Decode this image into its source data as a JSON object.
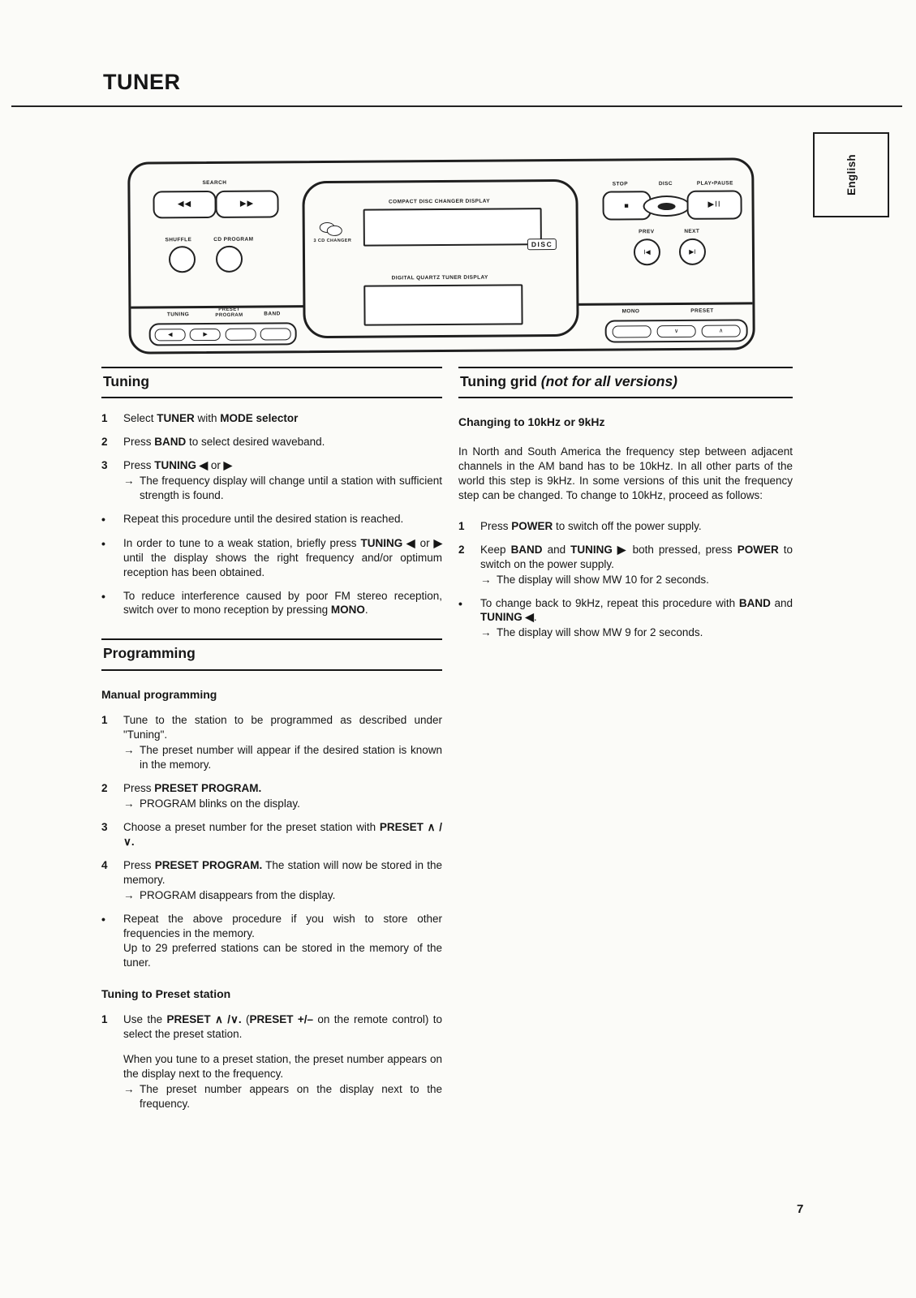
{
  "page": {
    "title": "TUNER",
    "language_tab": "English",
    "page_number": "7"
  },
  "glyphs": {
    "arrow": "→",
    "bullet": "•"
  },
  "device": {
    "search_label": "SEARCH",
    "rewind": "◀◀",
    "forward": "▶▶",
    "shuffle_label": "SHUFFLE",
    "cd_program_label": "CD PROGRAM",
    "cd_display_label": "COMPACT DISC CHANGER DISPLAY",
    "changer_label": "3 CD CHANGER",
    "disc_logo": "DISC",
    "tuner_display_label": "DIGITAL QUARTZ TUNER DISPLAY",
    "stop_label": "STOP",
    "disc_label": "DISC",
    "play_pause_label": "PLAY•PAUSE",
    "stop_icon": "■",
    "play_icon": "▶II",
    "prev_label": "PREV",
    "next_label": "NEXT",
    "prev_icon": "I◀",
    "next_icon": "▶I",
    "tuning_label": "TUNING",
    "preset_program_label_1": "PRESET",
    "preset_program_label_2": "PROGRAM",
    "band_label": "BAND",
    "tuning_left": "◀",
    "tuning_right": "▶",
    "mono_label": "MONO",
    "preset_label": "PRESET",
    "preset_down": "∨",
    "preset_up": "∧"
  },
  "left_column": {
    "tuning": {
      "heading": "Tuning",
      "items": [
        {
          "marker": "1",
          "paras": [
            {
              "segs": [
                {
                  "t": "Select "
                },
                {
                  "t": "TUNER",
                  "b": 1
                },
                {
                  "t": " with "
                },
                {
                  "t": "MODE selector",
                  "b": 1
                }
              ]
            }
          ]
        },
        {
          "marker": "2",
          "paras": [
            {
              "segs": [
                {
                  "t": "Press "
                },
                {
                  "t": "BAND",
                  "b": 1
                },
                {
                  "t": " to select desired waveband."
                }
              ]
            }
          ]
        },
        {
          "marker": "3",
          "paras": [
            {
              "segs": [
                {
                  "t": "Press "
                },
                {
                  "t": "TUNING ◀",
                  "b": 1
                },
                {
                  "t": " or "
                },
                {
                  "t": "▶",
                  "b": 1
                }
              ]
            },
            {
              "arrow": 1,
              "segs": [
                {
                  "t": "The frequency display will change until a station with sufficient strength is found."
                }
              ]
            }
          ]
        },
        {
          "marker": "•",
          "paras": [
            {
              "segs": [
                {
                  "t": "Repeat this procedure until the desired station is reached."
                }
              ]
            }
          ]
        },
        {
          "marker": "•",
          "paras": [
            {
              "segs": [
                {
                  "t": "In order to tune to a weak station, briefly press "
                },
                {
                  "t": "TUNING ◀",
                  "b": 1
                },
                {
                  "t": " or "
                },
                {
                  "t": "▶",
                  "b": 1
                },
                {
                  "t": " until the display shows the right frequency and/or optimum reception has been obtained."
                }
              ]
            }
          ]
        },
        {
          "marker": "•",
          "paras": [
            {
              "segs": [
                {
                  "t": "To reduce interference caused by poor FM stereo reception, switch over to mono reception by pressing "
                },
                {
                  "t": "MONO",
                  "b": 1
                },
                {
                  "t": "."
                }
              ]
            }
          ]
        }
      ]
    },
    "programming": {
      "heading": "Programming",
      "sub1": "Manual programming",
      "items1": [
        {
          "marker": "1",
          "paras": [
            {
              "segs": [
                {
                  "t": "Tune to the station to be programmed as described under \"Tuning\"."
                }
              ]
            },
            {
              "arrow": 1,
              "segs": [
                {
                  "t": "The preset number will appear if the desired station is known in the memory."
                }
              ]
            }
          ]
        },
        {
          "marker": "2",
          "paras": [
            {
              "segs": [
                {
                  "t": "Press "
                },
                {
                  "t": "PRESET PROGRAM.",
                  "b": 1
                }
              ]
            },
            {
              "arrow": 1,
              "segs": [
                {
                  "t": "PROGRAM blinks on the display."
                }
              ]
            }
          ]
        },
        {
          "marker": "3",
          "paras": [
            {
              "segs": [
                {
                  "t": "Choose a preset number for the preset station with "
                },
                {
                  "t": "PRESET",
                  "b": 1
                },
                {
                  "t": " ∧ /∨.",
                  "b": 1
                }
              ]
            }
          ]
        },
        {
          "marker": "4",
          "paras": [
            {
              "segs": [
                {
                  "t": "Press "
                },
                {
                  "t": "PRESET PROGRAM.",
                  "b": 1
                },
                {
                  "t": " The station will now be stored in the memory."
                }
              ]
            },
            {
              "arrow": 1,
              "segs": [
                {
                  "t": "PROGRAM disappears from the display."
                }
              ]
            }
          ]
        },
        {
          "marker": "•",
          "paras": [
            {
              "segs": [
                {
                  "t": "Repeat the above procedure if you wish to store other frequencies in the memory."
                }
              ]
            },
            {
              "segs": [
                {
                  "t": "Up to 29 preferred stations can be stored in the memory of the tuner."
                }
              ]
            }
          ]
        }
      ],
      "sub2": "Tuning to Preset station",
      "items2": [
        {
          "marker": "1",
          "paras": [
            {
              "segs": [
                {
                  "t": "Use the "
                },
                {
                  "t": "PRESET ∧ /∨.",
                  "b": 1
                },
                {
                  "t": " ("
                },
                {
                  "t": "PRESET +/–",
                  "b": 1
                },
                {
                  "t": " on the remote control) to select the preset station."
                }
              ]
            },
            {
              "gap": 1,
              "segs": [
                {
                  "t": "When you tune to a preset station, the preset number appears on the display next to the frequency."
                }
              ]
            },
            {
              "arrow": 1,
              "segs": [
                {
                  "t": "The preset number appears on the display next to the frequency."
                }
              ]
            }
          ]
        }
      ]
    }
  },
  "right_column": {
    "tuning_grid": {
      "heading": "Tuning grid ",
      "heading_note": "(not for all versions)",
      "sub": "Changing to 10kHz or 9kHz",
      "intro": "In North and South America the frequency step between adjacent channels in the AM band has to be 10kHz. In all other parts of the world this step is 9kHz. In some versions of this unit the frequency step can be changed. To change to 10kHz, proceed as follows:",
      "items": [
        {
          "marker": "1",
          "paras": [
            {
              "segs": [
                {
                  "t": "Press "
                },
                {
                  "t": "POWER",
                  "b": 1
                },
                {
                  "t": " to switch off the power supply."
                }
              ]
            }
          ]
        },
        {
          "marker": "2",
          "paras": [
            {
              "segs": [
                {
                  "t": "Keep "
                },
                {
                  "t": "BAND",
                  "b": 1
                },
                {
                  "t": " and "
                },
                {
                  "t": "TUNING ▶",
                  "b": 1
                },
                {
                  "t": " both pressed, press "
                },
                {
                  "t": "POWER",
                  "b": 1
                },
                {
                  "t": " to switch on the power supply."
                }
              ]
            },
            {
              "arrow": 1,
              "segs": [
                {
                  "t": "The display will show MW 10 for 2 seconds."
                }
              ]
            }
          ]
        },
        {
          "marker": "•",
          "paras": [
            {
              "segs": [
                {
                  "t": "To change back to 9kHz, repeat this procedure with "
                },
                {
                  "t": "BAND",
                  "b": 1
                },
                {
                  "t": " and "
                },
                {
                  "t": "TUNING ◀",
                  "b": 1
                },
                {
                  "t": "."
                }
              ]
            },
            {
              "arrow": 1,
              "segs": [
                {
                  "t": "The display will show MW 9 for 2 seconds."
                }
              ]
            }
          ]
        }
      ]
    }
  }
}
